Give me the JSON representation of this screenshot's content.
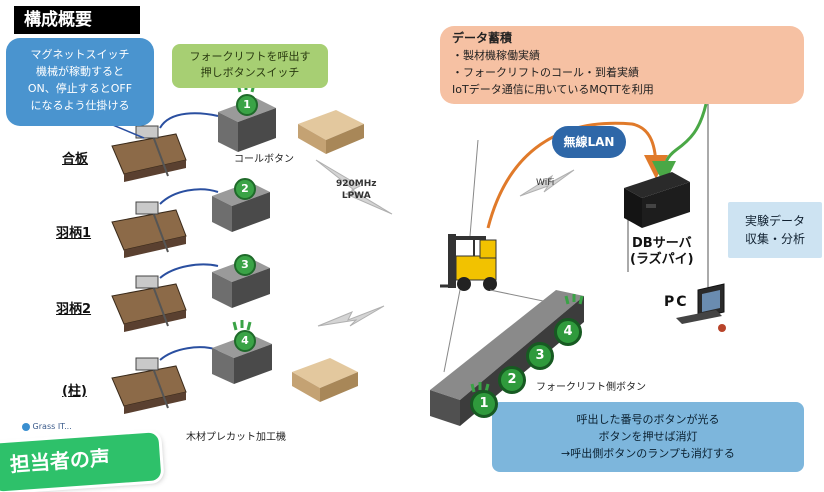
{
  "title": "構成概要",
  "magnet_note": [
    "マグネットスイッチ",
    "機械が稼動すると",
    "ON、停止するとOFF",
    "になるよう仕掛ける"
  ],
  "forklift_switch_note": [
    "フォークリフトを呼出す",
    "押しボタンスイッチ"
  ],
  "call_button_label": "コールボタン",
  "machines": [
    "合板",
    "羽柄1",
    "羽柄2",
    "(柱)"
  ],
  "button_numbers": [
    "1",
    "2",
    "3",
    "4"
  ],
  "lpwa_label": [
    "920MHz",
    "LPWA"
  ],
  "data_accumulation": {
    "heading": "データ蓄積",
    "lines": [
      "・製材機稼働実績",
      "・フォークリフトのコール・到着実績",
      "IoTデータ通信に用いているMQTTを利用"
    ]
  },
  "wireless_lan": "無線LAN",
  "wifi_label": "WiFi",
  "db_server": [
    "DBサーバ",
    "(ラズパイ)"
  ],
  "analysis_note": [
    "実験データ",
    "収集・分析"
  ],
  "pc_label": "PC",
  "forklift_button_label": "フォークリフト側ボタン",
  "bottom_note": [
    "呼出した番号のボタンが光る",
    "ボタンを押せば消灯",
    "→呼出側ボタンのランプも消灯する"
  ],
  "precut_label": "木材プレカット加工機",
  "logo_text": "Grass IT...",
  "voice_badge": "担当者の声",
  "colors": {
    "blue_bubble": "#4a94cf",
    "green_bubble": "#a7cf73",
    "orange_bubble": "#f6c1a3",
    "lan_blue": "#2e67a8",
    "button_green": "#3aa346",
    "voice_green": "#2ec16a"
  }
}
